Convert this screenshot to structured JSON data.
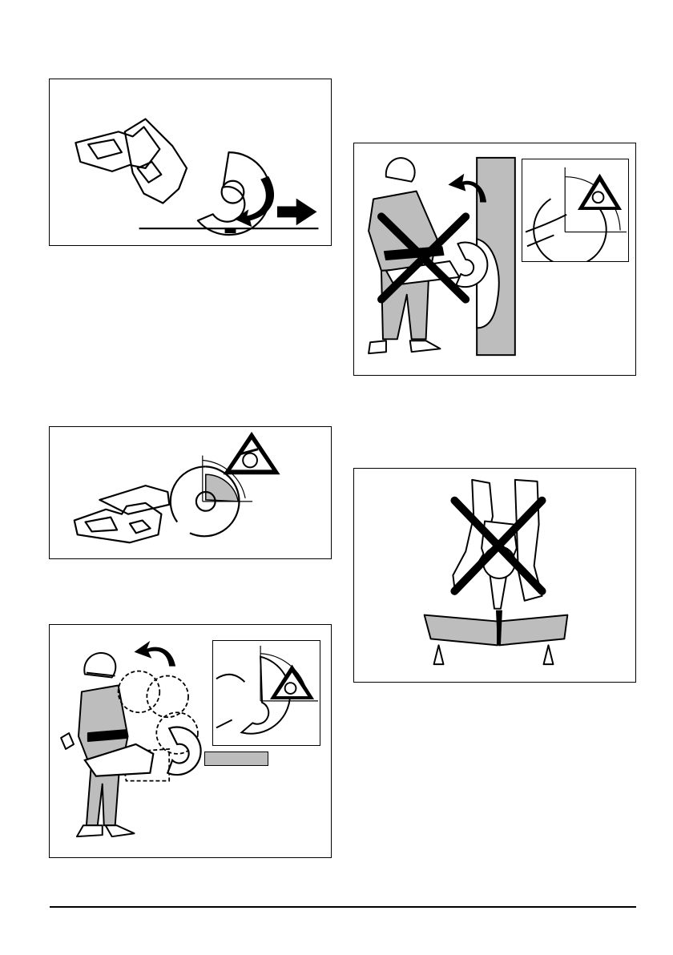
{
  "page": {
    "background": "#ffffff",
    "line_color": "#000000",
    "shade_color": "#bdbdbd"
  },
  "figures": [
    {
      "id": "fig-blade-pull",
      "description_icon": "cutter-blade-rotation-arrow-icon"
    },
    {
      "id": "fig-kickback-zone",
      "description_icon": "kickback-warning-triangle-icon"
    },
    {
      "id": "fig-kickback-person",
      "description_icon": "operator-kickback-icon"
    },
    {
      "id": "fig-wall-cut-prohibited",
      "description_icon": "prohibited-cross-icon"
    },
    {
      "id": "fig-pinch-prohibited",
      "description_icon": "prohibited-cross-icon"
    }
  ]
}
